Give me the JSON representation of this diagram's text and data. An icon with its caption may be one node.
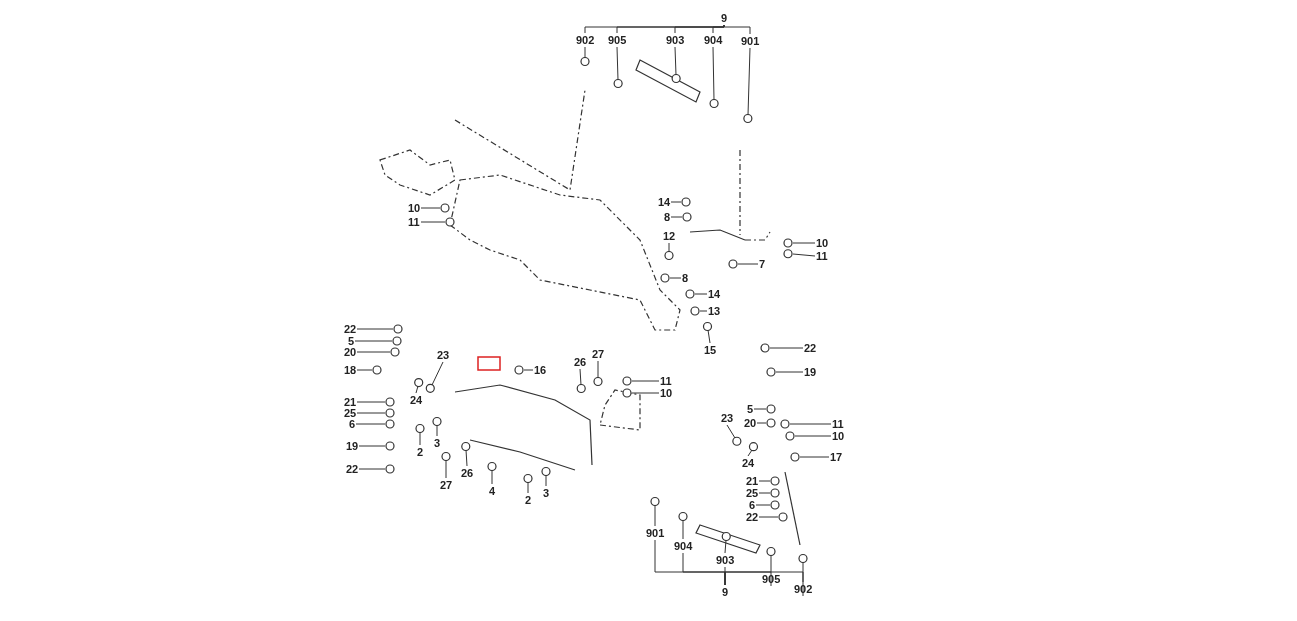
{
  "diagram": {
    "nodes": [
      {
        "text": [
          "9"
        ]
      },
      {
        "text": [
          "902"
        ]
      },
      {
        "text": [
          "905"
        ]
      },
      {
        "text": [
          "903"
        ]
      },
      {
        "text": [
          "904"
        ]
      },
      {
        "text": [
          "901"
        ]
      },
      {
        "text": [
          "10"
        ]
      },
      {
        "text": [
          "11"
        ]
      },
      {
        "text": [
          "14"
        ]
      },
      {
        "text": [
          "8"
        ]
      },
      {
        "text": [
          "12"
        ]
      },
      {
        "text": [
          "10"
        ]
      },
      {
        "text": [
          "11"
        ]
      },
      {
        "text": [
          "7"
        ]
      },
      {
        "text": [
          "8"
        ]
      },
      {
        "text": [
          "14"
        ]
      },
      {
        "text": [
          "13"
        ]
      },
      {
        "text": [
          "15"
        ]
      },
      {
        "text": [
          "22"
        ]
      },
      {
        "text": [
          "5"
        ]
      },
      {
        "text": [
          "20"
        ]
      },
      {
        "text": [
          "18"
        ]
      },
      {
        "text": [
          "23"
        ]
      },
      {
        "text": [
          "16"
        ]
      },
      {
        "text": [
          "26"
        ]
      },
      {
        "text": [
          "27"
        ]
      },
      {
        "text": [
          "24"
        ]
      },
      {
        "text": [
          "21"
        ]
      },
      {
        "text": [
          "25"
        ]
      },
      {
        "text": [
          "6"
        ]
      },
      {
        "text": [
          "19"
        ]
      },
      {
        "text": [
          "22"
        ]
      },
      {
        "text": [
          "2"
        ]
      },
      {
        "text": [
          "3"
        ]
      },
      {
        "text": [
          "11"
        ]
      },
      {
        "text": [
          "10"
        ]
      },
      {
        "text": [
          "27"
        ]
      },
      {
        "text": [
          "26"
        ]
      },
      {
        "text": [
          "4"
        ]
      },
      {
        "text": [
          "2"
        ]
      },
      {
        "text": [
          "3"
        ]
      },
      {
        "text": [
          "22"
        ]
      },
      {
        "text": [
          "19"
        ]
      },
      {
        "text": [
          "5"
        ]
      },
      {
        "text": [
          "20"
        ]
      },
      {
        "text": [
          "11"
        ]
      },
      {
        "text": [
          "10"
        ]
      },
      {
        "text": [
          "23"
        ]
      },
      {
        "text": [
          "24"
        ]
      },
      {
        "text": [
          "17"
        ]
      },
      {
        "text": [
          "21"
        ]
      },
      {
        "text": [
          "25"
        ]
      },
      {
        "text": [
          "6"
        ]
      },
      {
        "text": [
          "22"
        ]
      },
      {
        "text": [
          "901"
        ]
      },
      {
        "text": [
          "904"
        ]
      },
      {
        "text": [
          "903"
        ]
      },
      {
        "text": [
          "905"
        ]
      },
      {
        "text": [
          "902"
        ]
      },
      {
        "text": [
          "9"
        ]
      },
      {
        "text": [],
        "shape": "circle"
      },
      {
        "text": [],
        "shape": "circle"
      },
      {
        "text": [],
        "shape": "circle"
      },
      {
        "text": [],
        "shape": "circle"
      },
      {
        "text": [],
        "shape": "circle"
      },
      {
        "text": [],
        "shape": "circle"
      },
      {
        "text": [],
        "shape": "circle"
      },
      {
        "text": [],
        "shape": "circle"
      },
      {
        "text": [],
        "shape": "circle"
      },
      {
        "text": [],
        "shape": "circle"
      },
      {
        "text": [],
        "shape": "circle"
      },
      {
        "text": [],
        "shape": "circle"
      },
      {
        "text": [],
        "shape": "circle"
      },
      {
        "text": [],
        "shape": "circle"
      },
      {
        "text": [],
        "shape": "circle"
      },
      {
        "text": [],
        "shape": "circle"
      },
      {
        "text": [],
        "shape": "circle"
      },
      {
        "text": [],
        "shape": "circle"
      },
      {
        "text": [],
        "shape": "circle"
      },
      {
        "text": [],
        "shape": "circle"
      },
      {
        "text": [],
        "shape": "circle"
      },
      {
        "text": [],
        "shape": "circle"
      },
      {
        "text": [],
        "shape": "circle"
      },
      {
        "text": [],
        "shape": "circle"
      },
      {
        "text": [],
        "shape": "circle"
      },
      {
        "text": [],
        "shape": "circle"
      },
      {
        "text": [],
        "shape": "circle"
      },
      {
        "text": [],
        "shape": "circle"
      },
      {
        "text": [],
        "shape": "circle"
      },
      {
        "text": [],
        "shape": "circle"
      },
      {
        "text": [],
        "shape": "circle"
      },
      {
        "text": [],
        "shape": "circle"
      },
      {
        "text": [],
        "shape": "circle"
      },
      {
        "text": [],
        "shape": "circle"
      },
      {
        "text": [],
        "shape": "circle"
      },
      {
        "text": [],
        "shape": "circle"
      },
      {
        "text": [],
        "shape": "circle"
      },
      {
        "text": [],
        "shape": "circle"
      },
      {
        "text": [],
        "shape": "circle"
      },
      {
        "text": [],
        "shape": "circle"
      },
      {
        "text": [],
        "shape": "circle"
      },
      {
        "text": [],
        "shape": "circle"
      },
      {
        "text": [],
        "shape": "circle"
      },
      {
        "text": [],
        "shape": "circle"
      },
      {
        "text": [],
        "shape": "circle"
      },
      {
        "text": [],
        "shape": "circle"
      },
      {
        "text": [],
        "shape": "circle"
      },
      {
        "text": [],
        "shape": "circle"
      },
      {
        "text": [],
        "shape": "circle"
      },
      {
        "text": [],
        "shape": "circle"
      },
      {
        "text": [],
        "shape": "circle"
      },
      {
        "text": [],
        "shape": "circle"
      },
      {
        "text": [],
        "shape": "circle"
      },
      {
        "text": [],
        "shape": "circle"
      },
      {
        "text": [],
        "shape": "circle"
      },
      {
        "text": [],
        "shape": "circle"
      },
      {
        "text": [],
        "shape": "circle"
      },
      {
        "text": [],
        "shape": "circle"
      }
    ],
    "edges": [
      {
        "from": 0,
        "to": 1,
        "arrow": "none"
      },
      {
        "from": 0,
        "to": 2,
        "arrow": "none"
      },
      {
        "from": 0,
        "to": 3,
        "arrow": "none"
      },
      {
        "from": 0,
        "to": 4,
        "arrow": "none"
      },
      {
        "from": 0,
        "to": 5,
        "arrow": "none"
      },
      {
        "from": 1,
        "to": 60,
        "arrow": "none"
      },
      {
        "from": 2,
        "to": 61,
        "arrow": "none"
      },
      {
        "from": 3,
        "to": 62,
        "arrow": "none"
      },
      {
        "from": 4,
        "to": 63,
        "arrow": "none"
      },
      {
        "from": 5,
        "to": 64,
        "arrow": "none"
      },
      {
        "from": 6,
        "to": 65,
        "arrow": "none"
      },
      {
        "from": 7,
        "to": 66,
        "arrow": "none"
      },
      {
        "from": 8,
        "to": 67,
        "arrow": "none"
      },
      {
        "from": 9,
        "to": 68,
        "arrow": "none"
      },
      {
        "from": 10,
        "to": 69,
        "arrow": "none"
      },
      {
        "from": 11,
        "to": 70,
        "arrow": "none"
      },
      {
        "from": 12,
        "to": 71,
        "arrow": "none"
      },
      {
        "from": 13,
        "to": 72,
        "arrow": "none"
      },
      {
        "from": 14,
        "to": 73,
        "arrow": "none"
      },
      {
        "from": 15,
        "to": 74,
        "arrow": "none"
      },
      {
        "from": 16,
        "to": 75,
        "arrow": "none"
      },
      {
        "from": 17,
        "to": 76,
        "arrow": "none"
      },
      {
        "from": 18,
        "to": 77,
        "arrow": "none"
      },
      {
        "from": 19,
        "to": 78,
        "arrow": "none"
      },
      {
        "from": 20,
        "to": 79,
        "arrow": "none"
      },
      {
        "from": 21,
        "to": 80,
        "arrow": "none"
      },
      {
        "from": 22,
        "to": 81,
        "arrow": "none"
      },
      {
        "from": 23,
        "to": 82,
        "arrow": "none"
      },
      {
        "from": 24,
        "to": 83,
        "arrow": "none"
      },
      {
        "from": 25,
        "to": 84,
        "arrow": "none"
      },
      {
        "from": 26,
        "to": 85,
        "arrow": "none"
      },
      {
        "from": 27,
        "to": 86,
        "arrow": "none"
      },
      {
        "from": 28,
        "to": 87,
        "arrow": "none"
      },
      {
        "from": 29,
        "to": 88,
        "arrow": "none"
      },
      {
        "from": 30,
        "to": 89,
        "arrow": "none"
      },
      {
        "from": 31,
        "to": 90,
        "arrow": "none"
      },
      {
        "from": 32,
        "to": 91,
        "arrow": "none"
      },
      {
        "from": 33,
        "to": 92,
        "arrow": "none"
      },
      {
        "from": 34,
        "to": 93,
        "arrow": "none"
      },
      {
        "from": 35,
        "to": 94,
        "arrow": "none"
      },
      {
        "from": 36,
        "to": 95,
        "arrow": "none"
      },
      {
        "from": 37,
        "to": 96,
        "arrow": "none"
      },
      {
        "from": 38,
        "to": 97,
        "arrow": "none"
      },
      {
        "from": 39,
        "to": 98,
        "arrow": "none"
      },
      {
        "from": 40,
        "to": 99,
        "arrow": "none"
      },
      {
        "from": 41,
        "to": 100,
        "arrow": "none"
      },
      {
        "from": 42,
        "to": 101,
        "arrow": "none"
      },
      {
        "from": 43,
        "to": 102,
        "arrow": "none"
      },
      {
        "from": 44,
        "to": 103,
        "arrow": "none"
      },
      {
        "from": 45,
        "to": 104,
        "arrow": "none"
      },
      {
        "from": 46,
        "to": 105,
        "arrow": "none"
      },
      {
        "from": 47,
        "to": 106,
        "arrow": "none"
      },
      {
        "from": 48,
        "to": 107,
        "arrow": "none"
      },
      {
        "from": 49,
        "to": 108,
        "arrow": "none"
      },
      {
        "from": 50,
        "to": 109,
        "arrow": "none"
      },
      {
        "from": 51,
        "to": 110,
        "arrow": "none"
      },
      {
        "from": 52,
        "to": 111,
        "arrow": "none"
      },
      {
        "from": 53,
        "to": 112,
        "arrow": "none"
      },
      {
        "from": 54,
        "to": 113,
        "arrow": "none"
      },
      {
        "from": 55,
        "to": 114,
        "arrow": "none"
      },
      {
        "from": 56,
        "to": 115,
        "arrow": "none"
      },
      {
        "from": 57,
        "to": 116,
        "arrow": "none"
      },
      {
        "from": 58,
        "to": 117,
        "arrow": "none"
      },
      {
        "from": 59,
        "to": 54,
        "arrow": "none"
      },
      {
        "from": 59,
        "to": 55,
        "arrow": "none"
      },
      {
        "from": 59,
        "to": 56,
        "arrow": "none"
      },
      {
        "from": 59,
        "to": 57,
        "arrow": "none"
      },
      {
        "from": 59,
        "to": 58,
        "arrow": "none"
      }
    ]
  }
}
